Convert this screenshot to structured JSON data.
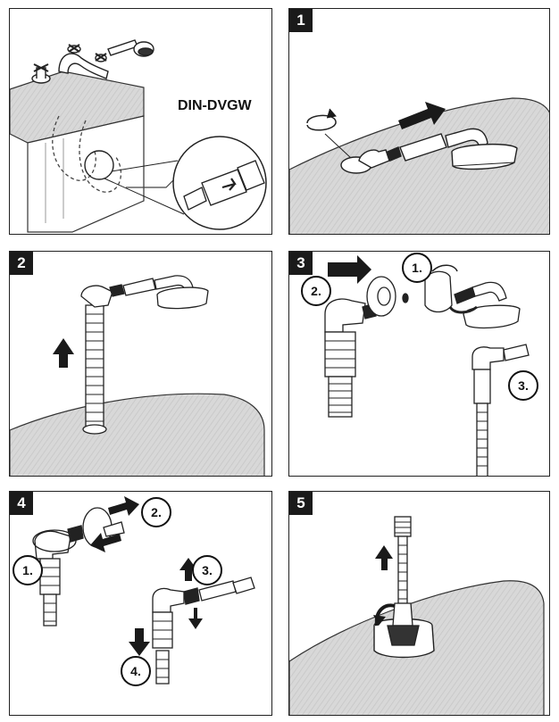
{
  "overview": {
    "certification": "DIN-DVGW"
  },
  "steps": [
    {
      "number": "1"
    },
    {
      "number": "2"
    },
    {
      "number": "3",
      "badges": [
        "1.",
        "2.",
        "3."
      ]
    },
    {
      "number": "4",
      "badges": [
        "1.",
        "2.",
        "3.",
        "4."
      ]
    },
    {
      "number": "5"
    }
  ],
  "colors": {
    "outline": "#222222",
    "counter_gray": "#cfcfcf",
    "label_bg": "#1a1a1a",
    "arrow": "#1a1a1a"
  }
}
